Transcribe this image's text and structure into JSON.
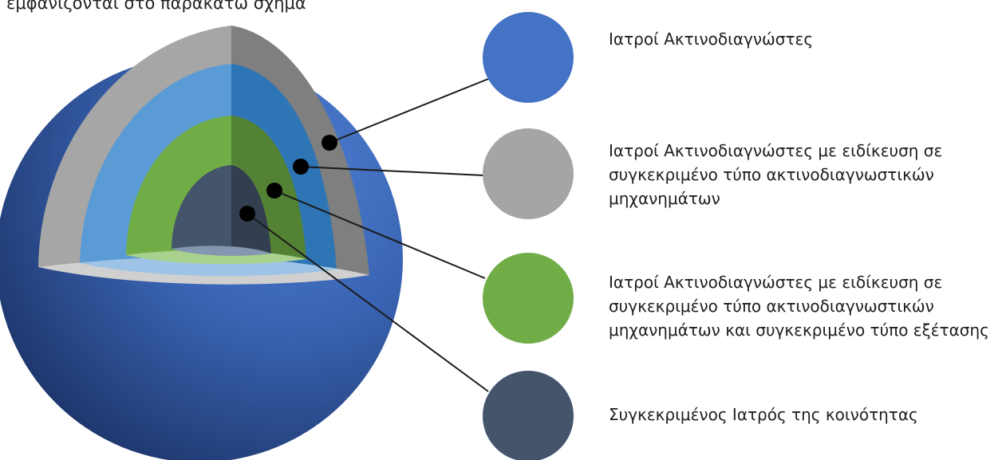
{
  "caption": "εμφανίζονται στο παρακάτω σχήμα",
  "legend": [
    {
      "label": "Ιατροί Ακτινοδιαγνώστες",
      "color": "#4472c4"
    },
    {
      "label": "Ιατροί Ακτινοδιαγνώστες με ειδίκευση σε συγκεκριμένο τύπο ακτινοδιαγνωστικών μηχανημάτων",
      "color": "#a5a5a5"
    },
    {
      "label": "Ιατροί Ακτινοδιαγνώστες με ειδίκευση σε συγκεκριμένο τύπο ακτινοδιαγνωστικών μηχανημάτων και συγκεκριμένο τύπο εξέτασης",
      "color": "#70ad47"
    },
    {
      "label": "Συγκεκριμένος Ιατρός της κοινότητας",
      "color": "#44546a"
    }
  ]
}
